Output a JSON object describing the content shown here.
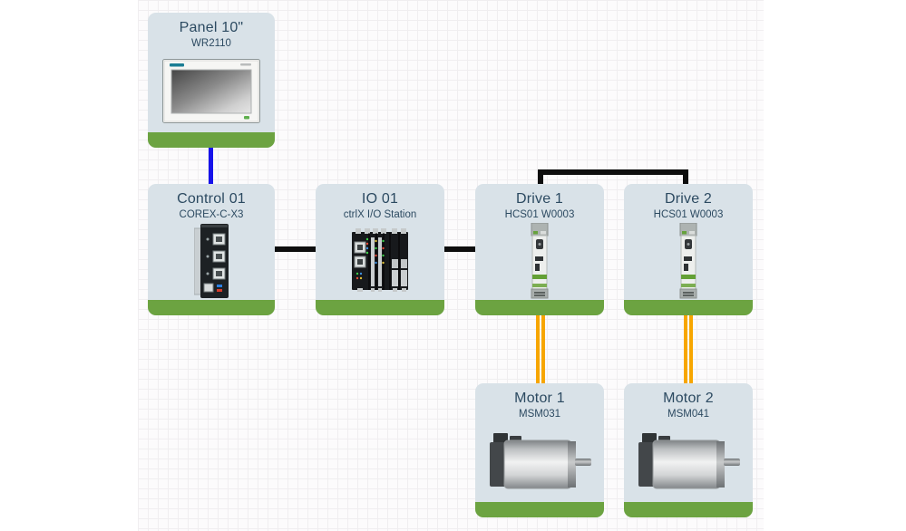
{
  "app": {
    "view": "device-topology-diagram"
  },
  "colors": {
    "card_background": "#d9e2e8",
    "card_footer_green": "#6ca341",
    "title_text": "#2c4a61",
    "connection_blue": "#1713ea",
    "connection_black": "#0e0e0e",
    "connection_orange": "#f7a600",
    "canvas_grid": "#f0eef0"
  },
  "nodes": [
    {
      "id": "panel",
      "title": "Panel 10\"",
      "subtitle": "WR2110",
      "device_icon": "hmi-panel-image"
    },
    {
      "id": "control",
      "title": "Control 01",
      "subtitle": "COREX-C-X3",
      "device_icon": "controller-image"
    },
    {
      "id": "io",
      "title": "IO 01",
      "subtitle": "ctrlX I/O Station",
      "device_icon": "io-station-image"
    },
    {
      "id": "drive1",
      "title": "Drive 1",
      "subtitle": "HCS01 W0003",
      "device_icon": "servo-drive-image"
    },
    {
      "id": "drive2",
      "title": "Drive 2",
      "subtitle": "HCS01 W0003",
      "device_icon": "servo-drive-image"
    },
    {
      "id": "motor1",
      "title": "Motor 1",
      "subtitle": "MSM031",
      "device_icon": "servo-motor-image"
    },
    {
      "id": "motor2",
      "title": "Motor 2",
      "subtitle": "MSM041",
      "device_icon": "servo-motor-image"
    }
  ],
  "connections": [
    {
      "from": "panel",
      "to": "control",
      "color": "blue"
    },
    {
      "from": "control",
      "to": "io",
      "color": "black"
    },
    {
      "from": "io",
      "to": "drive1",
      "color": "black"
    },
    {
      "from": "drive1",
      "to": "drive2",
      "color": "black"
    },
    {
      "from": "drive1",
      "to": "motor1",
      "color": "orange",
      "style": "double-line"
    },
    {
      "from": "drive2",
      "to": "motor2",
      "color": "orange",
      "style": "double-line"
    }
  ]
}
